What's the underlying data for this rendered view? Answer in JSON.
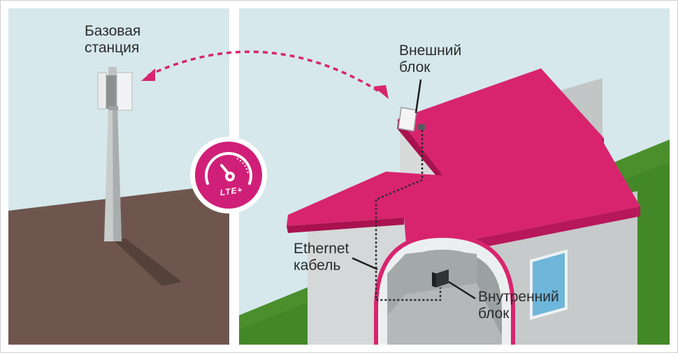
{
  "labels": {
    "base_station": [
      "Базовая",
      "станция"
    ],
    "outdoor_unit": [
      "Внешний",
      "блок"
    ],
    "ethernet_cable": [
      "Ethernet",
      "кабель"
    ],
    "indoor_unit": [
      "Внутренний",
      "блок"
    ]
  },
  "badge": {
    "text": "LTE+"
  },
  "colors": {
    "sky": "#d6e8ec",
    "soil": "#6e564e",
    "grass": "#4a8f2c",
    "roof": "#d8246f",
    "wall": "#d5d8d8",
    "window": "#6fb6db",
    "arrow": "#d8246f"
  },
  "icons": [
    "cell-tower-icon",
    "antenna-icon",
    "lte-speedometer-icon",
    "indoor-router-icon"
  ]
}
